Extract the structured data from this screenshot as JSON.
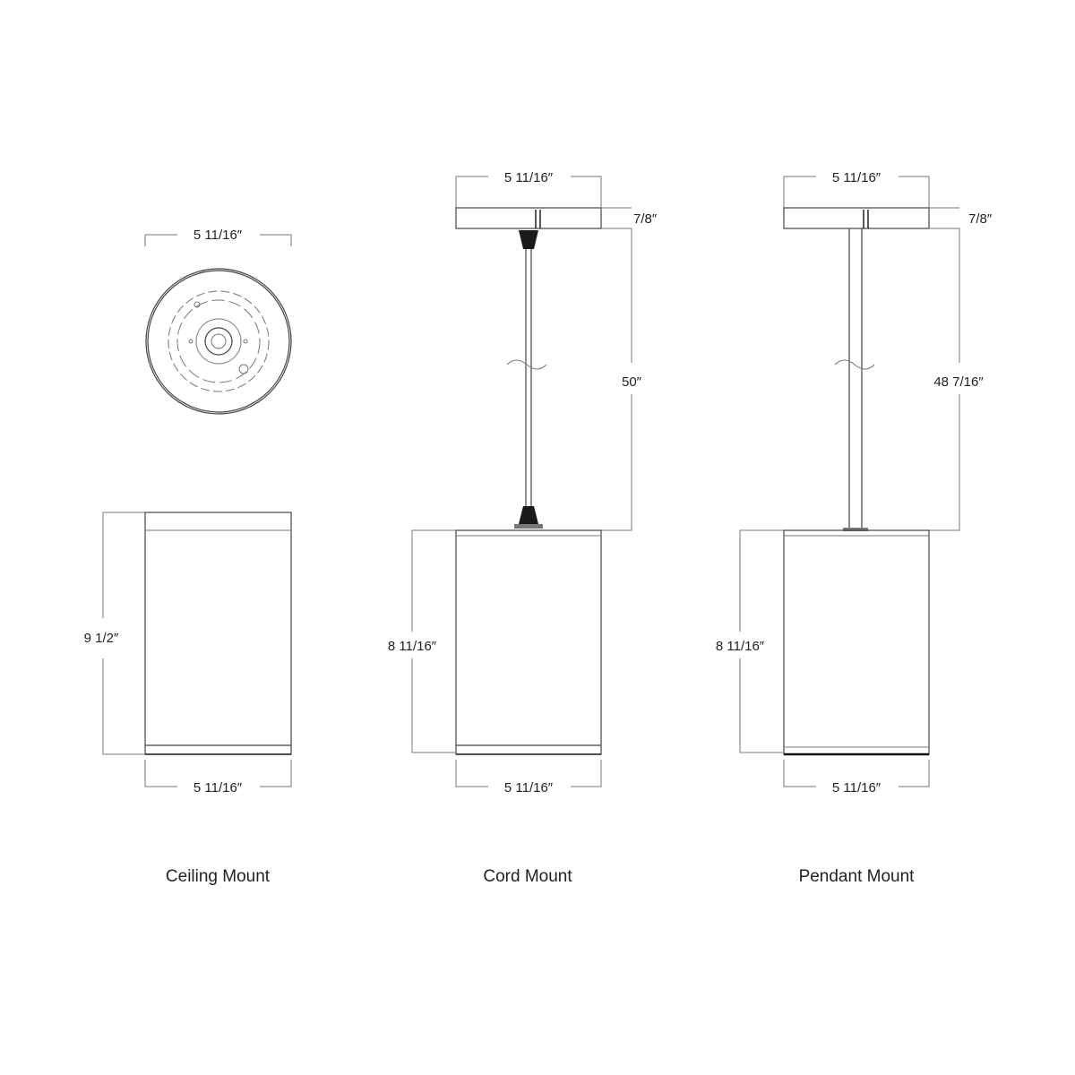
{
  "ceiling": {
    "caption": "Ceiling Mount",
    "top_width": "5 11/16″",
    "height": "9 1/2″",
    "bottom_width": "5 11/16″"
  },
  "cord": {
    "caption": "Cord Mount",
    "canopy_width": "5 11/16″",
    "canopy_height": "7/8″",
    "cord_length": "50″",
    "body_height": "8 11/16″",
    "bottom_width": "5 11/16″"
  },
  "pendant": {
    "caption": "Pendant Mount",
    "canopy_width": "5 11/16″",
    "canopy_height": "7/8″",
    "stem_length": "48 7/16″",
    "body_height": "8 11/16″",
    "bottom_width": "5 11/16″"
  }
}
